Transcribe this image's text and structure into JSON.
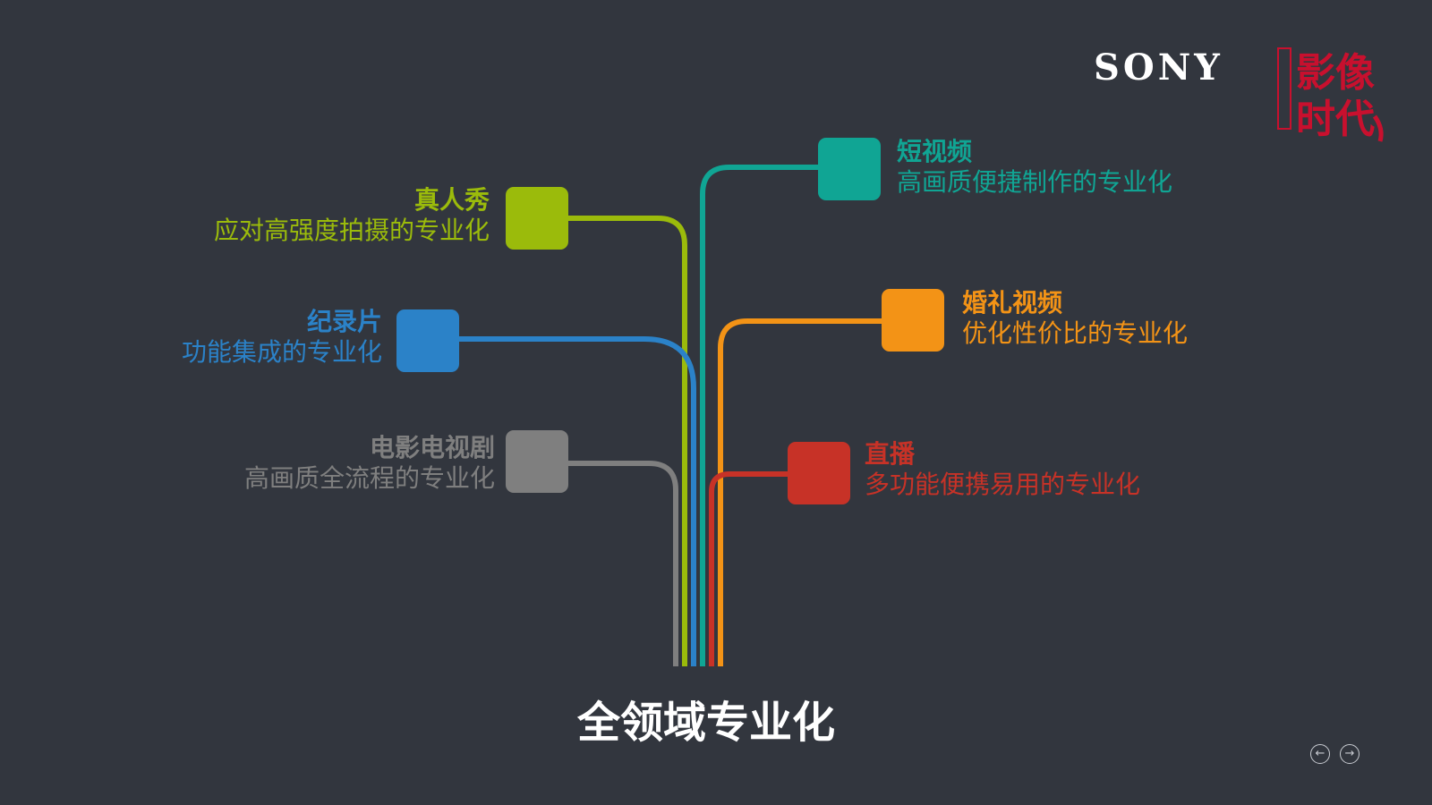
{
  "brand": {
    "sony": "SONY",
    "campaign_seal": "影像时代",
    "campaign_color": "#c8102e"
  },
  "title": "全领域专业化",
  "nav": {
    "prev_icon": "arrow-left-circle-icon",
    "next_icon": "arrow-right-circle-icon"
  },
  "branches": [
    {
      "id": "reality-show",
      "title": "真人秀",
      "subtitle": "应对高强度拍摄的专业化",
      "color": "#9bbb0b",
      "side": "left"
    },
    {
      "id": "documentary",
      "title": "纪录片",
      "subtitle": "功能集成的专业化",
      "color": "#2b82c8",
      "side": "left"
    },
    {
      "id": "film-tv",
      "title": "电影电视剧",
      "subtitle": "高画质全流程的专业化",
      "color": "#7f7f7f",
      "side": "left"
    },
    {
      "id": "short-video",
      "title": "短视频",
      "subtitle": "高画质便捷制作的专业化",
      "color": "#10a594",
      "side": "right"
    },
    {
      "id": "wedding-video",
      "title": "婚礼视频",
      "subtitle": "优化性价比的专业化",
      "color": "#f39316",
      "side": "right"
    },
    {
      "id": "live-stream",
      "title": "直播",
      "subtitle": "多功能便携易用的专业化",
      "color": "#c73227",
      "side": "right"
    }
  ]
}
